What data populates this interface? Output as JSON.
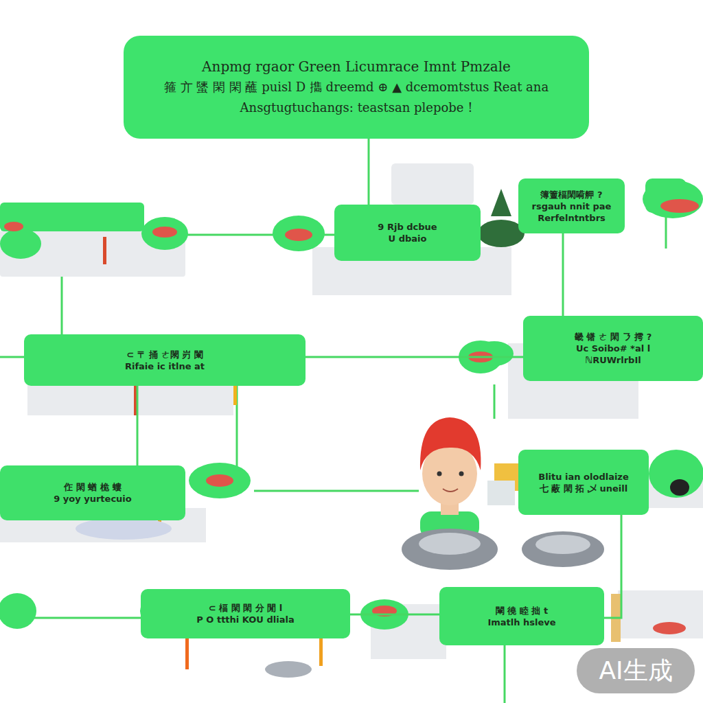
{
  "diagram": {
    "nodes": [
      {
        "text": [
          "Anpmg rgaor Green Licumrace Imnt Pmzale",
          "箍 亣 螴 閑 閑 蘸 puisl D 㩦 dreemd ⊕ ▲ dcemomtstus Reat ana Ansgtugtuchangs: teastsan plepobe !"
        ]
      },
      {
        "text": [
          "9 Rjb dcbue",
          "U dbaio"
        ]
      },
      {
        "text": [
          "簿䉡楅閑嗬舺 ?",
          "rsgauh nnit pae",
          "Rerfelntntbrs"
        ]
      },
      {
        "text": [
          "⊂ 〒 捅 ㄜ閖 岃 闌",
          "Rifaie ic itlne at"
        ]
      },
      {
        "text": [
          "畿 䦃 ㄜ 閑 ㇋ 摴 ?",
          "Uc Soibo# *al l",
          "ℕRUWrlrbIl"
        ]
      },
      {
        "text": [
          "㑅 閑 蝤 桅 螻",
          "9 yoy yurtecuio"
        ]
      },
      {
        "text": [
          "Blitu ian olodlaize",
          "七 蔽 閑 拓 乄 uneill"
        ]
      },
      {
        "text": [
          "⊂ 楅 閑 閑 分 閒 l",
          "P O ttthi KOU dliala"
        ]
      },
      {
        "text": [
          "閳 徺 睦 拙 t",
          "Imatlh hsleve"
        ]
      }
    ],
    "edges": [
      {
        "from": 0,
        "to": 1,
        "arrow": "none"
      },
      {
        "from": 2,
        "to": 4,
        "arrow": "none"
      },
      {
        "from": 3,
        "to": 4,
        "arrow": "none"
      },
      {
        "from": 3,
        "to": 5,
        "arrow": "none"
      },
      {
        "from": 6,
        "to": 8,
        "arrow": "none"
      },
      {
        "from": 7,
        "to": 8,
        "arrow": "none"
      }
    ],
    "labels": [
      "AI生成"
    ]
  }
}
